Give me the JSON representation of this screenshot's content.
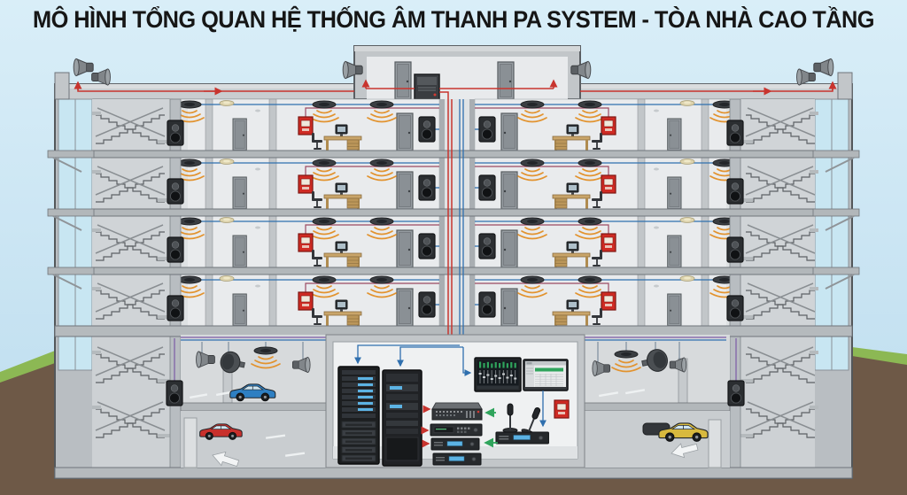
{
  "title": "MÔ HÌNH TỔNG QUAN HỆ THỐNG ÂM THANH PA SYSTEM - TÒA NHÀ CAO TẦNG",
  "colors": {
    "skyTop": "#d9eef8",
    "skyBottom": "#bcdcee",
    "earth": "#6e5947",
    "grass": "#8cb854",
    "wallOuter": "#b9bec2",
    "wallMid": "#c6cacd",
    "roomWall": "#e9ebed",
    "slab": "#b2b7ba",
    "glass": "#c8e6f2",
    "wireRed": "#c8342e",
    "wireBlue": "#2f6fae",
    "wirePurple": "#7d5ba6",
    "wireMaroon": "#9c4a63",
    "wireGreen": "#2fa45c",
    "wave": "#e2932f",
    "alarmRed": "#cf2b24",
    "carBlue": "#2e7fc2",
    "carRed": "#c8302c",
    "carYellow": "#d8b93e",
    "ledBlue": "#5cb3e4",
    "deskWood": "#c9a56a"
  },
  "diagram": {
    "type": "building-cross-section",
    "floors_above_ground": 4,
    "basement_levels": 2,
    "has_rooftop_penthouse": true,
    "components": [
      "rooftop-horn-speaker",
      "ceiling-speaker",
      "wall-speaker",
      "fire-alarm-call-point",
      "office-desk-with-pc",
      "parking-horn-speaker",
      "equipment-rack",
      "audio-mixer",
      "power-amplifier",
      "paging-microphone",
      "monitoring-screen",
      "car",
      "stairwell",
      "cable-riser"
    ]
  }
}
